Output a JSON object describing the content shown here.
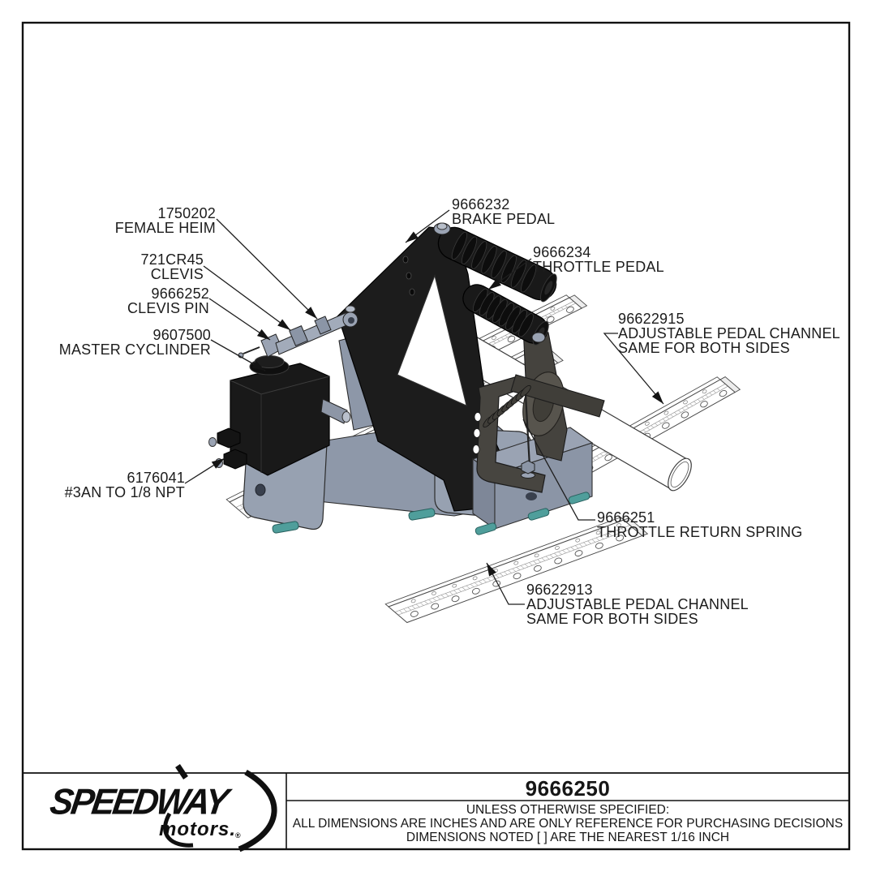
{
  "sheet": {
    "part_number": "9666250",
    "notes": [
      "UNLESS OTHERWISE SPECIFIED:",
      "ALL DIMENSIONS ARE INCHES AND ARE ONLY REFERENCE FOR PURCHASING DECISIONS",
      "DIMENSIONS NOTED [ ] ARE THE NEAREST 1/16 INCH"
    ],
    "logo": {
      "primary": "SPEEDWAY",
      "secondary": "motors.",
      "registered": "®"
    }
  },
  "callouts": {
    "female_heim": {
      "number": "1750202",
      "name": "FEMALE HEIM"
    },
    "clevis": {
      "number": "721CR45",
      "name": "CLEVIS"
    },
    "clevis_pin": {
      "number": "9666252",
      "name": "CLEVIS PIN"
    },
    "master_cylinder": {
      "number": "9607500",
      "name": "MASTER CYCLINDER"
    },
    "an_fitting": {
      "number": "6176041",
      "name": "#3AN TO 1/8 NPT"
    },
    "brake_pedal": {
      "number": "9666232",
      "name": "BRAKE PEDAL"
    },
    "throttle_pedal": {
      "number": "9666234",
      "name": "THROTTLE PEDAL"
    },
    "pedal_channel_right": {
      "number": "96622915",
      "name": "ADJUSTABLE PEDAL CHANNEL",
      "name2": "SAME FOR BOTH SIDES"
    },
    "throttle_return_spring": {
      "number": "9666251",
      "name": "THROTTLE RETURN SPRING"
    },
    "pedal_channel_lower": {
      "number": "96622913",
      "name": "ADJUSTABLE PEDAL CHANNEL",
      "name2": "SAME FOR BOTH SIDES"
    }
  },
  "colors": {
    "line": "#1f1f1f",
    "part_black": "#191919",
    "bracket_gray": "#97a1b1",
    "base_gray": "#8b95a6",
    "frame_dark": "#474540",
    "pad_teal": "#4f9e9b",
    "paper": "#ffffff"
  }
}
